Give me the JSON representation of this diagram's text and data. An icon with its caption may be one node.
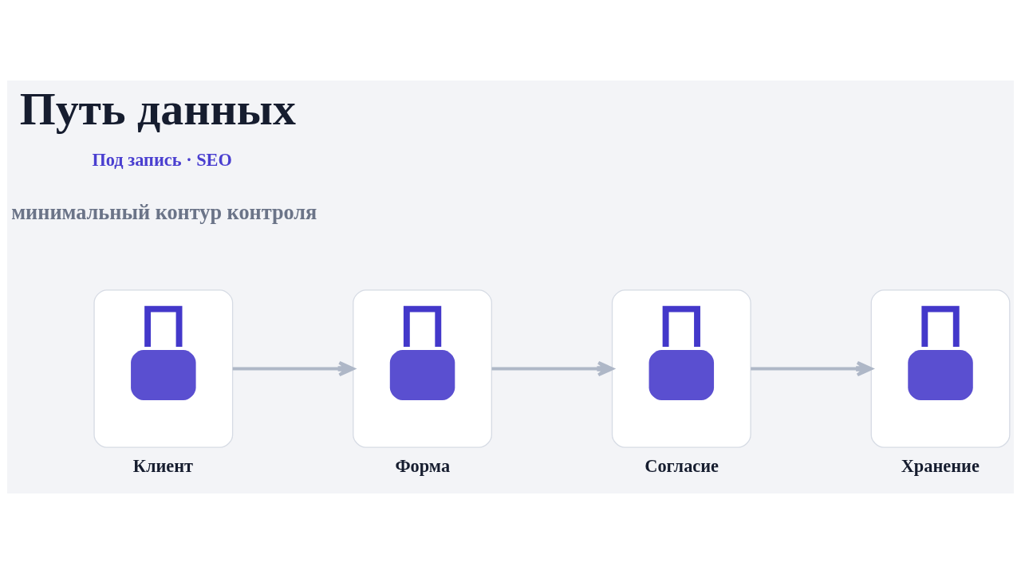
{
  "diagram": {
    "title": "Путь данных",
    "nodes": [
      {
        "text": [
          "Клиент"
        ]
      },
      {
        "text": [
          "Форма"
        ]
      },
      {
        "text": [
          "Согласие"
        ]
      },
      {
        "text": [
          "Хранение"
        ]
      }
    ],
    "edges": [
      {
        "from": 0,
        "to": 1,
        "arrow": "to"
      },
      {
        "from": 1,
        "to": 2,
        "arrow": "to"
      },
      {
        "from": 2,
        "to": 3,
        "arrow": "to"
      }
    ],
    "labels": [
      "Под запись · SEO",
      "минимальный контур контроля"
    ]
  }
}
